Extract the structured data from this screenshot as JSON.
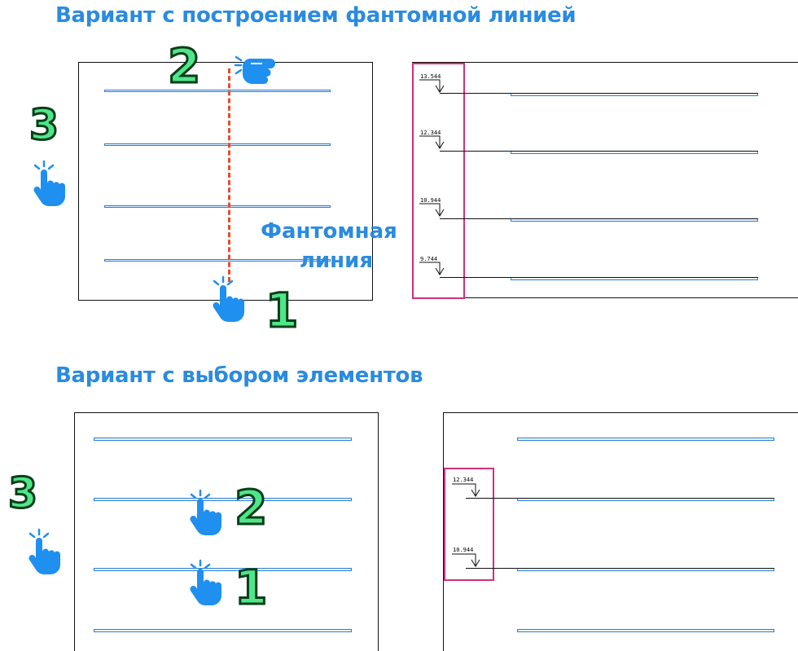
{
  "headings": {
    "phantom_variant": "Вариант с построением фантомной линией",
    "selection_variant": "Вариант с выбором элементов"
  },
  "phantom_label": {
    "line1": "Фантомная",
    "line2": "линия"
  },
  "steps": {
    "one": "1",
    "two": "2",
    "three": "3"
  },
  "level_marks_top": [
    "13.544",
    "12.344",
    "10.944",
    "9.744"
  ],
  "level_marks_bottom": [
    "12.344",
    "10.944"
  ],
  "colors": {
    "heading": "#2a8be0",
    "floor_line": "#2a7fd4",
    "highlight": "#d0307a",
    "phantom_dash": "#e84b2a",
    "step_number": "#4fe68a"
  },
  "icons": {
    "hand": "tap-hand-icon"
  }
}
